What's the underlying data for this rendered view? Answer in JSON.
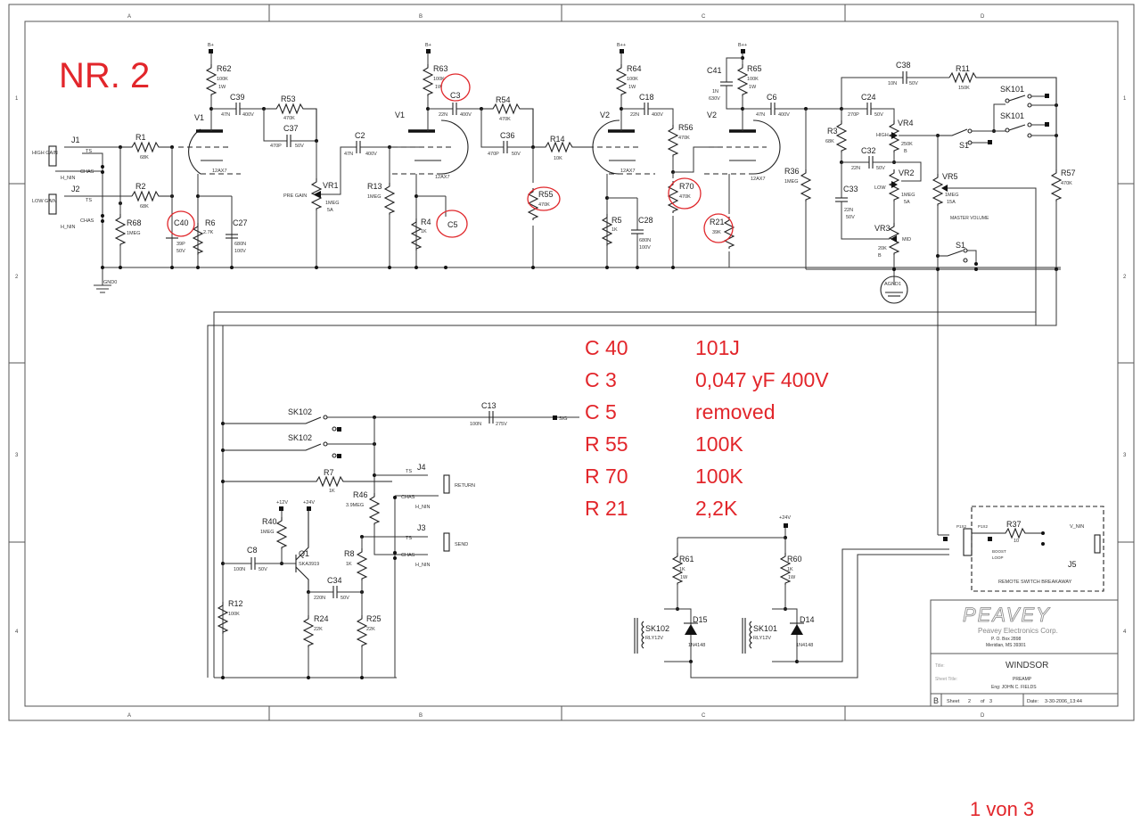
{
  "annotation": {
    "sheet_tag": "NR. 2",
    "page_footer": "1 von 3",
    "changes": [
      {
        "part": "C 40",
        "value": "101J"
      },
      {
        "part": "C 3",
        "value": "0,047 yF 400V"
      },
      {
        "part": "C 5",
        "value": "removed"
      },
      {
        "part": "R 55",
        "value": "100K"
      },
      {
        "part": "R 70",
        "value": "100K"
      },
      {
        "part": "R 21",
        "value": "2,2K"
      }
    ],
    "circled_parts": [
      "C40",
      "C3",
      "C5",
      "R55",
      "R70",
      "R21"
    ],
    "accent_color": "#e2262b"
  },
  "grid": {
    "columns": [
      "A",
      "B",
      "C",
      "D"
    ],
    "rows": [
      "1",
      "2",
      "3",
      "4"
    ]
  },
  "components": {
    "r62": {
      "ref": "R62",
      "val": "100K",
      "pw": "1W"
    },
    "r63": {
      "ref": "R63",
      "val": "100K",
      "pw": "1W"
    },
    "r64": {
      "ref": "R64",
      "val": "100K",
      "pw": "1W"
    },
    "r65": {
      "ref": "R65",
      "val": "100K",
      "pw": "1W"
    },
    "c39": {
      "ref": "C39",
      "val": "47N",
      "v": "400V"
    },
    "c3": {
      "ref": "C3",
      "val": "22N",
      "v": "400V"
    },
    "c18": {
      "ref": "C18",
      "val": "22N",
      "v": "400V"
    },
    "c6": {
      "ref": "C6",
      "val": "47N",
      "v": "400V"
    },
    "c41": {
      "ref": "C41",
      "val": "1N",
      "v": "630V"
    },
    "r53": {
      "ref": "R53",
      "val": "470K"
    },
    "c37": {
      "ref": "C37",
      "val": "470P",
      "v": "50V"
    },
    "r54": {
      "ref": "R54",
      "val": "470K"
    },
    "c36": {
      "ref": "C36",
      "val": "470P",
      "v": "50V"
    },
    "c2": {
      "ref": "C2",
      "val": "47N",
      "v": "400V"
    },
    "r14": {
      "ref": "R14",
      "val": "10K"
    },
    "r1": {
      "ref": "R1",
      "val": "68K"
    },
    "r2": {
      "ref": "R2",
      "val": "68K"
    },
    "r68": {
      "ref": "R68",
      "val": "1MEG"
    },
    "c40": {
      "ref": "C40",
      "val": "39P",
      "v": "50V"
    },
    "r6": {
      "ref": "R6",
      "val": "2.7K"
    },
    "c27": {
      "ref": "C27",
      "val": "680N",
      "v": "100V"
    },
    "vr1": {
      "ref": "VR1",
      "val": "1MEG",
      "taper": "5A",
      "name": "PRE GAIN"
    },
    "r13": {
      "ref": "R13",
      "val": "1MEG"
    },
    "r4": {
      "ref": "R4",
      "val": "1K"
    },
    "c5": {
      "ref": "C5"
    },
    "r55": {
      "ref": "R55",
      "val": "470K"
    },
    "r5": {
      "ref": "R5",
      "val": "1K"
    },
    "c28": {
      "ref": "C28",
      "val": "680N",
      "v": "100V"
    },
    "r56": {
      "ref": "R56",
      "val": "470K"
    },
    "r70": {
      "ref": "R70",
      "val": "470K"
    },
    "r21": {
      "ref": "R21",
      "val": "39K"
    },
    "v1": {
      "ref": "V1",
      "type": "12AX7"
    },
    "v2": {
      "ref": "V2",
      "type": "12AX7"
    },
    "c38": {
      "ref": "C38",
      "val": "10N",
      "v": "50V"
    },
    "r11": {
      "ref": "R11",
      "val": "150K"
    },
    "c24": {
      "ref": "C24",
      "val": "270P",
      "v": "50V"
    },
    "r3": {
      "ref": "R3",
      "val": "68K"
    },
    "vr4": {
      "ref": "VR4",
      "val": "250K",
      "taper": "B",
      "name": "HIGH"
    },
    "c32": {
      "ref": "C32",
      "val": "22N",
      "v": "50V"
    },
    "vr2": {
      "ref": "VR2",
      "val": "1MEG",
      "taper": "5A",
      "name": "LOW"
    },
    "c33": {
      "ref": "C33",
      "val": "22N",
      "v": "50V"
    },
    "vr3": {
      "ref": "VR3",
      "val": "20K",
      "taper": "B",
      "name": "MID"
    },
    "r36": {
      "ref": "R36",
      "val": "1MEG"
    },
    "vr5": {
      "ref": "VR5",
      "val": "1MEG",
      "taper": "15A",
      "name": "MASTER VOLUME"
    },
    "r57": {
      "ref": "R57",
      "val": "470K"
    },
    "sk101": {
      "ref": "SK101",
      "type": "RLY12V"
    },
    "sk102": {
      "ref": "SK102",
      "type": "RLY12V"
    },
    "s1": {
      "ref": "S1"
    },
    "agnd": {
      "ref": "AGND1"
    },
    "gnd": {
      "ref": "GND0"
    },
    "j1": {
      "ref": "J1",
      "name": "HIGH GAIN"
    },
    "j2": {
      "ref": "J2",
      "name": "LOW GAIN"
    },
    "j3": {
      "ref": "J3",
      "name": "SEND"
    },
    "j4": {
      "ref": "J4",
      "name": "RETURN"
    },
    "j5": {
      "ref": "J5",
      "net": "V_NIN"
    },
    "c13": {
      "ref": "C13",
      "val": "100N",
      "v": "275V",
      "net": "SIG"
    },
    "r7": {
      "ref": "R7",
      "val": "1K"
    },
    "r46": {
      "ref": "R46",
      "val": "3.9MEG"
    },
    "r40": {
      "ref": "R40",
      "val": "1MEG"
    },
    "c8": {
      "ref": "C8",
      "val": "100N",
      "v": "50V"
    },
    "q1": {
      "ref": "Q1",
      "type": "SKA3919"
    },
    "c34": {
      "ref": "C34",
      "val": "220N",
      "v": "50V"
    },
    "r8": {
      "ref": "R8",
      "val": "1K"
    },
    "r12": {
      "ref": "R12",
      "val": "100K"
    },
    "r24": {
      "ref": "R24",
      "val": "22K"
    },
    "r25": {
      "ref": "R25",
      "val": "22K"
    },
    "r61": {
      "ref": "R61",
      "val": "1K",
      "pw": "1W"
    },
    "r60": {
      "ref": "R60",
      "val": "1K",
      "pw": "1W"
    },
    "d15": {
      "ref": "D15",
      "type": "1N4148"
    },
    "d14": {
      "ref": "D14",
      "type": "1N4148"
    },
    "r37": {
      "ref": "R37",
      "val": "10"
    },
    "breakaway": {
      "label": "REMOTE SWITCH BREAKAWAY",
      "p1": "P1X2",
      "p2": "P1X2"
    },
    "nets": {
      "bplus": "B+",
      "bpp": "B++",
      "v12": "+12V",
      "v24": "+24V",
      "hnin": "H_NIN",
      "chas": "CHAS",
      "ts": "TS",
      "boost": "BOOST",
      "loop": "LOOP"
    }
  },
  "title_block": {
    "logo": "PEAVEY",
    "company": "Peavey Electronics Corp.",
    "address1": "P. O. Box 2898",
    "address2": "Meridian, MS 39301",
    "title_label": "Title:",
    "title": "WINDSOR",
    "sheet_title_label": "Sheet Title:",
    "sheet_title": "PREAMP",
    "engineer": "Eng: JOHN C. FIELDS",
    "size": "B",
    "sheet_label": "Sheet",
    "sheet_num": "2",
    "of_label": "of",
    "sheet_total": "3",
    "date_label": "Date:",
    "date": "3-30-2006_13:44"
  }
}
